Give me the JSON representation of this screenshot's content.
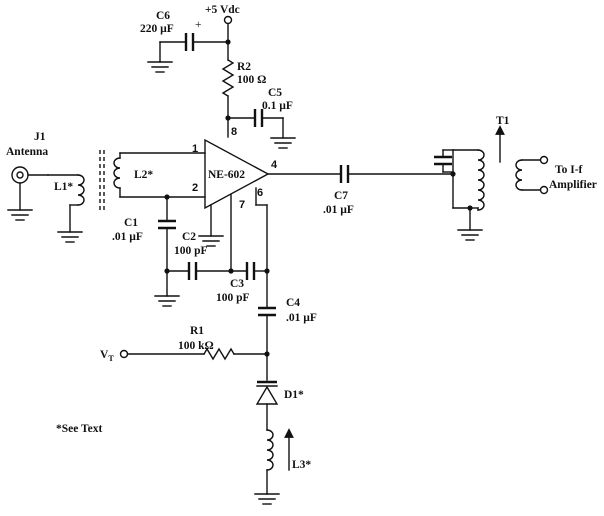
{
  "labels": {
    "supply": "+5 Vdc",
    "c6_name": "C6",
    "c6_value": "220 µF",
    "c6_plus": "+",
    "r2_name": "R2",
    "r2_value": "100 Ω",
    "c5_name": "C5",
    "c5_value": "0.1 µF",
    "j1_name": "J1",
    "j1_label": "Antenna",
    "l1_name": "L1*",
    "l2_name": "L2*",
    "ic_name": "NE-602",
    "pin1": "1",
    "pin2": "2",
    "pin4": "4",
    "pin6": "6",
    "pin7": "7",
    "pin8": "8",
    "c1_name": "C1",
    "c1_value": ".01 µF",
    "c2_name": "C2",
    "c2_value": "100 pF",
    "c3_name": "C3",
    "c3_value": "100 pF",
    "c4_name": "C4",
    "c4_value": ".01 µF",
    "c7_name": "C7",
    "c7_value": ".01 µF",
    "t1_name": "T1",
    "if_line1": "To I-f",
    "if_line2": "Amplifier",
    "r1_name": "R1",
    "r1_value": "100 kΩ",
    "vt_main": "V",
    "vt_sub": "T",
    "d1_name": "D1*",
    "l3_name": "L3*",
    "note": "*See Text"
  }
}
